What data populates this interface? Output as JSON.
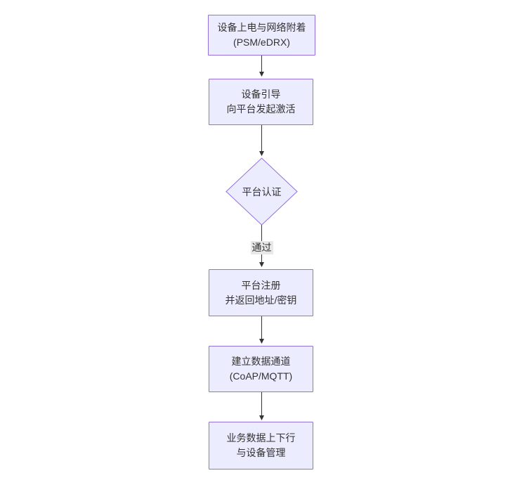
{
  "diagram": {
    "type": "flowchart",
    "direction": "top-down",
    "colors": {
      "background": "#ffffff",
      "node_fill": "#ECECFF",
      "node_border": "#9370DB",
      "arrow": "#333333",
      "text": "#333333",
      "edge_label_bg": "#e8e8e8"
    },
    "nodes": [
      {
        "id": "power-attach",
        "shape": "rect",
        "line1": "设备上电与网络附着",
        "line2": "(PSM/eDRX)"
      },
      {
        "id": "bootstrap",
        "shape": "rect",
        "line1": "设备引导",
        "line2": "向平台发起激活"
      },
      {
        "id": "platform-auth",
        "shape": "diamond",
        "line1": "平台认证"
      },
      {
        "id": "platform-register",
        "shape": "rect",
        "line1": "平台注册",
        "line2": "并返回地址/密钥"
      },
      {
        "id": "data-channel",
        "shape": "rect",
        "line1": "建立数据通道",
        "line2": "(CoAP/MQTT)"
      },
      {
        "id": "business-data",
        "shape": "rect",
        "line1": "业务数据上下行",
        "line2": "与设备管理"
      }
    ],
    "edges": [
      {
        "from": "power-attach",
        "to": "bootstrap"
      },
      {
        "from": "bootstrap",
        "to": "platform-auth"
      },
      {
        "from": "platform-auth",
        "to": "platform-register",
        "label": "通过"
      },
      {
        "from": "platform-register",
        "to": "data-channel"
      },
      {
        "from": "data-channel",
        "to": "business-data"
      }
    ]
  }
}
